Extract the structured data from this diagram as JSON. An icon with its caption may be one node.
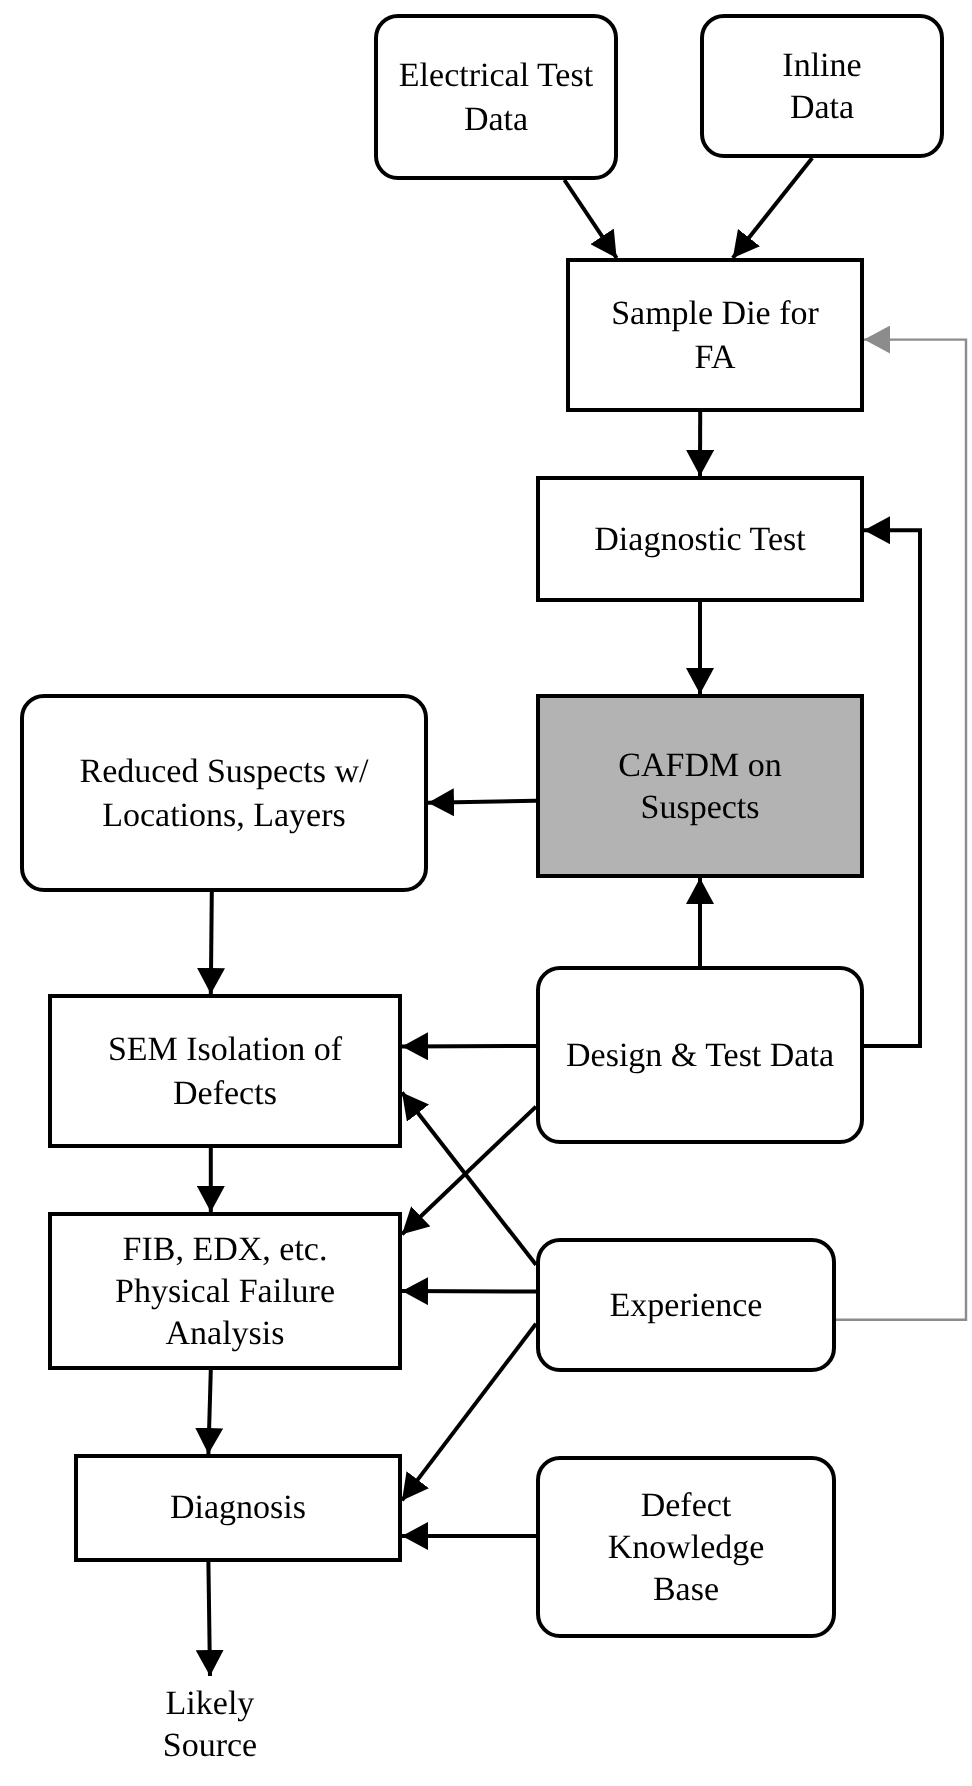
{
  "diagram": {
    "nodes": [
      {
        "text": [
          "Electrical Test Data"
        ]
      },
      {
        "text": [
          "Inline Data"
        ]
      },
      {
        "text": [
          "Sample Die for FA"
        ]
      },
      {
        "text": [
          "Diagnostic Test"
        ]
      },
      {
        "text": [
          "CAFDM on Suspects"
        ]
      },
      {
        "text": [
          "Reduced Suspects w/ Locations, Layers"
        ]
      },
      {
        "text": [
          "SEM Isolation of Defects"
        ]
      },
      {
        "text": [
          "FIB, EDX, etc.",
          "Physical Failure Analysis"
        ]
      },
      {
        "text": [
          "Design & Test Data"
        ]
      },
      {
        "text": [
          "Experience"
        ]
      },
      {
        "text": [
          "Diagnosis"
        ]
      },
      {
        "text": [
          "Defect Knowledge Base"
        ]
      },
      {
        "text": [
          "Likely Source"
        ]
      }
    ],
    "edges": [
      {
        "from": 0,
        "to": 2,
        "arrow": "to"
      },
      {
        "from": 1,
        "to": 2,
        "arrow": "to"
      },
      {
        "from": 2,
        "to": 3,
        "arrow": "to"
      },
      {
        "from": 3,
        "to": 4,
        "arrow": "to"
      },
      {
        "from": 4,
        "to": 5,
        "arrow": "to"
      },
      {
        "from": 5,
        "to": 6,
        "arrow": "to"
      },
      {
        "from": 8,
        "to": 4,
        "arrow": "to"
      },
      {
        "from": 8,
        "to": 6,
        "arrow": "to"
      },
      {
        "from": 8,
        "to": 7,
        "arrow": "to"
      },
      {
        "from": 8,
        "to": 3,
        "arrow": "to"
      },
      {
        "from": 9,
        "to": 6,
        "arrow": "to"
      },
      {
        "from": 9,
        "to": 7,
        "arrow": "to"
      },
      {
        "from": 9,
        "to": 10,
        "arrow": "to"
      },
      {
        "from": 9,
        "to": 2,
        "arrow": "to",
        "color": "#8c8c8c"
      },
      {
        "from": 6,
        "to": 7,
        "arrow": "to"
      },
      {
        "from": 7,
        "to": 10,
        "arrow": "to"
      },
      {
        "from": 11,
        "to": 10,
        "arrow": "to"
      },
      {
        "from": 10,
        "to": 12,
        "arrow": "to"
      }
    ]
  }
}
